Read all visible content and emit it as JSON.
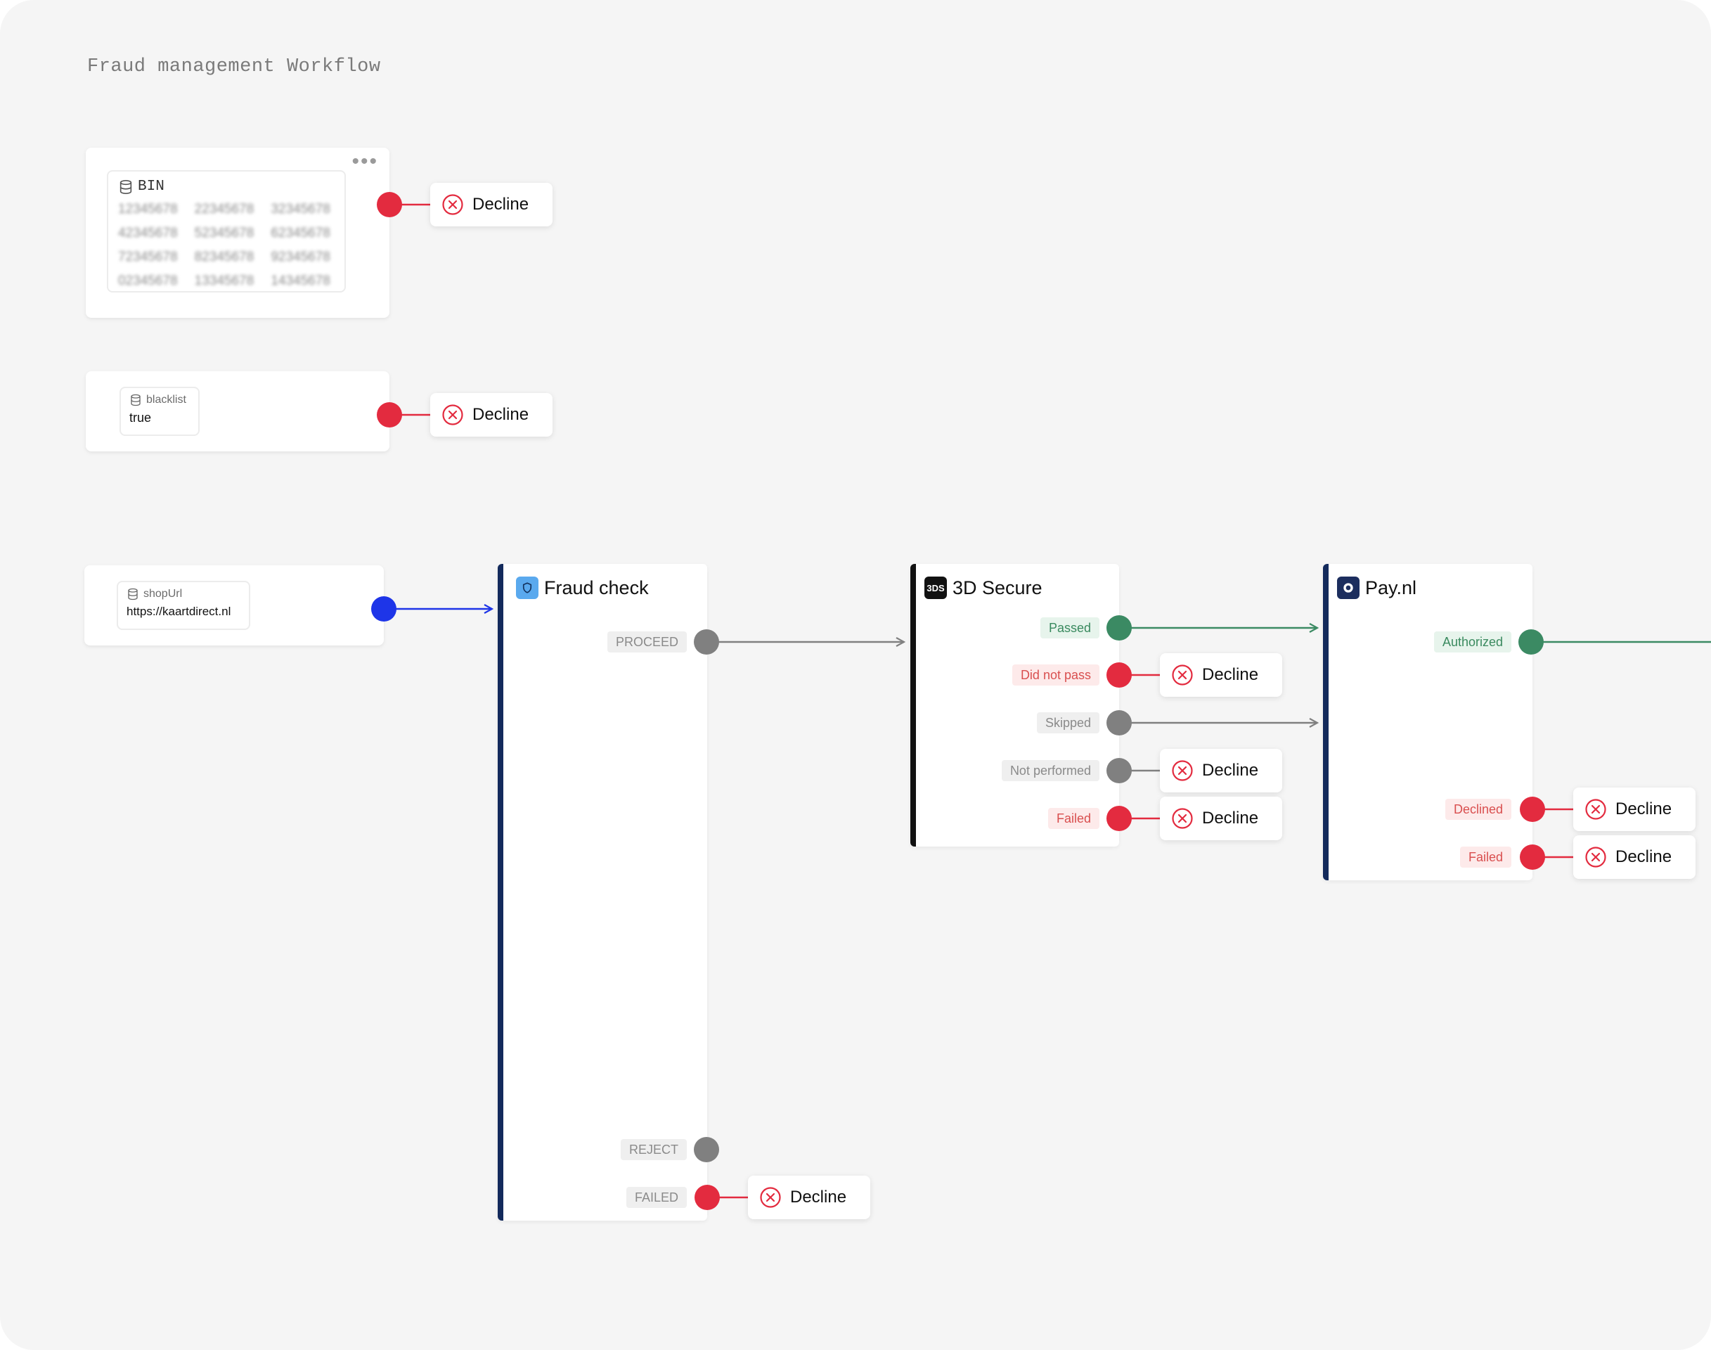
{
  "title": "Fraud management Workflow",
  "colors": {
    "red": "#e32b3f",
    "green": "#3b8a63",
    "gray": "#808080",
    "blue": "#1e35e8",
    "step_border": "#132a5c"
  },
  "icons": {
    "database": "database-icon",
    "decline": "x-circle-icon",
    "more": "more-horizontal-icon",
    "fraud_check": "shield-icon",
    "three_ds": "3ds-logo",
    "paynl": "paynl-logo"
  },
  "bin_card": {
    "label": "BIN",
    "more": "•••",
    "values": [
      "12345678",
      "22345678",
      "32345678",
      "42345678",
      "52345678",
      "62345678",
      "72345678",
      "82345678",
      "92345678",
      "02345678",
      "13345678",
      "14345678"
    ]
  },
  "blacklist_card": {
    "label": "blacklist",
    "value": "true"
  },
  "shopurl_card": {
    "label": "shopUrl",
    "value": "https://kaartdirect.nl"
  },
  "decline_label": "Decline",
  "fraud_check": {
    "title": "Fraud check",
    "outcomes": [
      "PROCEED",
      "REJECT",
      "FAILED"
    ]
  },
  "three_ds": {
    "title": "3D Secure",
    "logo_text": "3DS",
    "outcomes": [
      "Passed",
      "Did not pass",
      "Skipped",
      "Not performed",
      "Failed"
    ]
  },
  "paynl": {
    "title": "Pay.nl",
    "outcomes": [
      "Authorized",
      "Declined",
      "Failed"
    ]
  }
}
